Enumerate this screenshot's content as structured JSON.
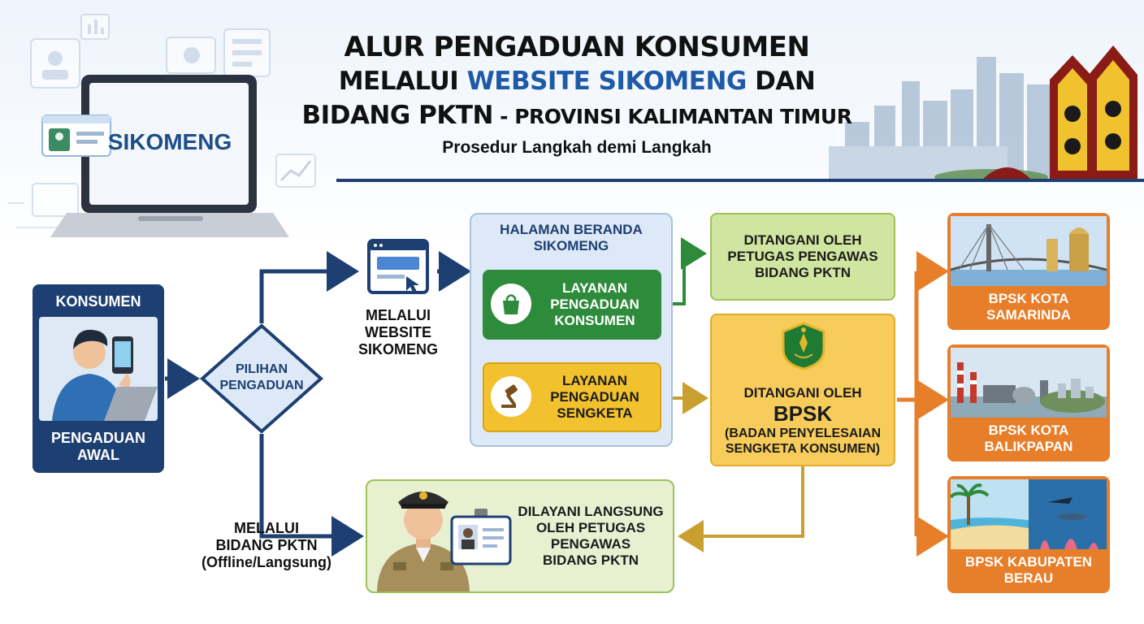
{
  "header": {
    "title_line1": "ALUR PENGADUAN KONSUMEN",
    "title_line2_part1": "MELALUI ",
    "title_line2_highlight": "WEBSITE SIKOMENG",
    "title_line2_part2": " DAN",
    "title_line3_part1": "BIDANG PKTN",
    "title_line3_part2": " - PROVINSI KALIMANTAN TIMUR",
    "subtitle": "Prosedur Langkah demi Langkah",
    "laptop_label": "SIKOMENG"
  },
  "konsumen": {
    "title": "KONSUMEN",
    "footer_line1": "PENGADUAN",
    "footer_line2": "AWAL"
  },
  "pilihan": {
    "line1": "PILIHAN",
    "line2": "PENGADUAN"
  },
  "website_path": {
    "line1": "MELALUI",
    "line2": "WEBSITE",
    "line3": "SIKOMENG"
  },
  "bidang_path": {
    "line1": "MELALUI",
    "line2": "BIDANG PKTN",
    "line3": "(Offline/Langsung)"
  },
  "beranda": {
    "title_line1": "HALAMAN BERANDA",
    "title_line2": "SIKOMENG",
    "layanan_konsumen": [
      "LAYANAN",
      "PENGADUAN",
      "KONSUMEN"
    ],
    "layanan_sengketa": [
      "LAYANAN",
      "PENGADUAN",
      "SENGKETA"
    ]
  },
  "pktn_box": {
    "lines": [
      "DITANGANI OLEH",
      "PETUGAS PENGAWAS",
      "BIDANG PKTN"
    ]
  },
  "bpsk_box": {
    "line1": "DITANGANI OLEH",
    "big": "BPSK",
    "line3": "(BADAN PENYELESAIAN",
    "line4": "SENGKETA KONSUMEN)"
  },
  "dilayani_box": {
    "lines": [
      "DILAYANI LANGSUNG",
      "OLEH PETUGAS",
      "PENGAWAS",
      "BIDANG PKTN"
    ]
  },
  "bpsk_cards": [
    {
      "line1": "BPSK KOTA",
      "line2": "SAMARINDA"
    },
    {
      "line1": "BPSK KOTA",
      "line2": "BALIKPAPAN"
    },
    {
      "line1": "BPSK KABUPATEN",
      "line2": "BERAU"
    }
  ],
  "colors": {
    "navy": "#1d3f72",
    "green": "#2e8b3c",
    "yellow": "#f2c12e",
    "orange": "#e77e2a",
    "light_green": "#cfe5a0",
    "light_blue": "#dde9f6"
  }
}
